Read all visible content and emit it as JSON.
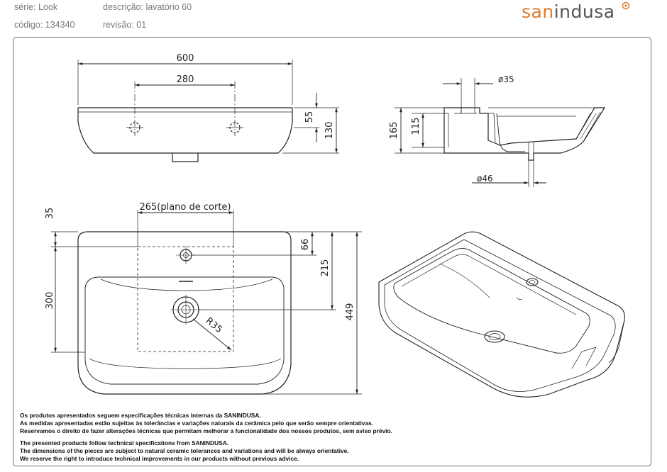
{
  "header": {
    "serie": "série: Look",
    "descricao": "descrição: lavatório 60",
    "codigo": "código: 134340",
    "revisao": "revisão: 01"
  },
  "logo": {
    "part1": "san",
    "part2": "indusa",
    "accent_color": "#e07b2a",
    "mark_icon": "ring-dot-icon"
  },
  "dimensions": {
    "width_total": "600",
    "hole_spacing": "280",
    "hole_height": "55",
    "front_height": "130",
    "side_total_height": "165",
    "side_inner_height": "115",
    "tap_hole_diameter": "ø35",
    "drain_diameter": "ø46",
    "cut_plane": "265(plano de corte)",
    "top_offset": "35",
    "tap_offset": "66",
    "drain_offset": "215",
    "bowl_depth": "300",
    "depth_total": "449",
    "radius": "R35"
  },
  "notes": {
    "pt_1": "Os produtos apresentados seguem especificações técnicas internas da SANINDUSA.",
    "pt_2": "As medidas apresentadas estão sujeitas às tolerâncias e variações naturais da cerâmica pelo que serão sempre orientativas.",
    "pt_3": "Reservamos o direito de fazer alterações técnicas que permitam melhorar a funcionalidade dos nossos produtos, sem aviso prévio.",
    "en_1": "The presented products follow technical specifications from SANINDUSA.",
    "en_2": "The dimensions of the pieces are subject to natural ceramic tolerances and variations and will be always orientative.",
    "en_3": "We reserve the right to introduce technical improvements in our products without previous advice."
  }
}
